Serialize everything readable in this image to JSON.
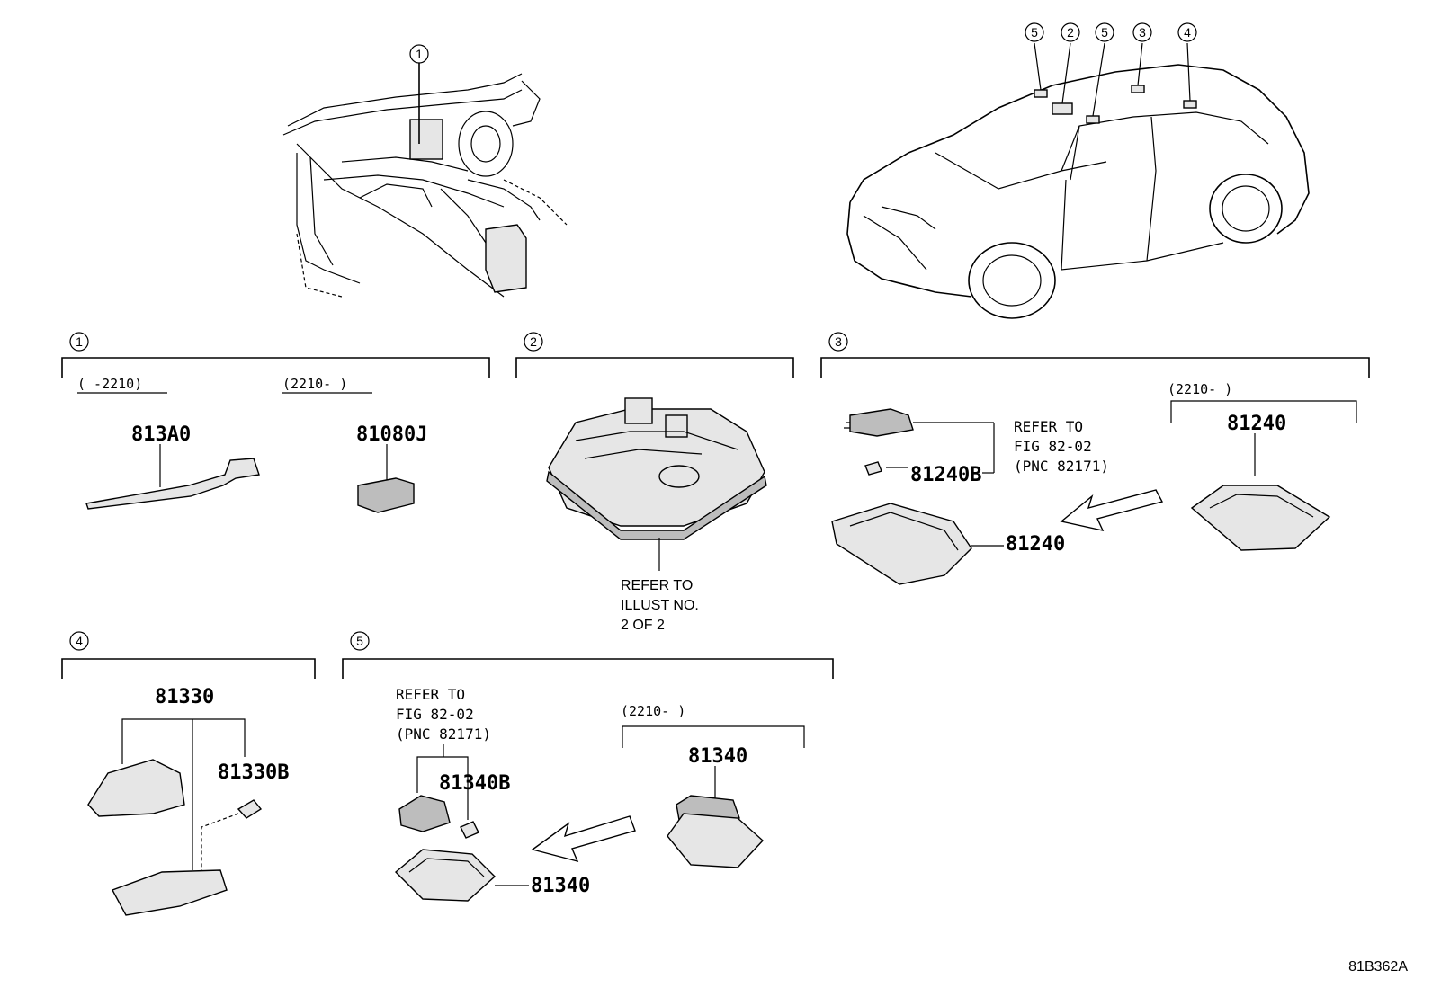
{
  "diagram_code": "81B362A",
  "callouts": {
    "c1": "1",
    "c2": "2",
    "c3": "3",
    "c4": "4",
    "c5": "5"
  },
  "top_views": {
    "dash_callouts": [
      "1"
    ],
    "car_callouts": [
      "5",
      "2",
      "5",
      "3",
      "4"
    ]
  },
  "sections": {
    "s1": {
      "label": "1",
      "date_before": "(      -2210)",
      "date_after": "(2210-      )",
      "part_a": "813A0",
      "part_b": "81080J"
    },
    "s2": {
      "label": "2",
      "note_line1": "REFER TO",
      "note_line2": "ILLUST NO.",
      "note_line3": "2 OF 2"
    },
    "s3": {
      "label": "3",
      "ref_line1": "REFER TO",
      "ref_line2": "FIG 82-02",
      "ref_line3": "(PNC 82171)",
      "part_bulb": "81240B",
      "part_lamp": "81240",
      "date_after": "(2210-      )",
      "part_new": "81240"
    },
    "s4": {
      "label": "4",
      "part_a": "81330",
      "part_b": "81330B"
    },
    "s5": {
      "label": "5",
      "ref_line1": "REFER TO",
      "ref_line2": "FIG 82-02",
      "ref_line3": "(PNC 82171)",
      "part_bulb": "81340B",
      "part_lamp": "81340",
      "date_after": "(2210-      )",
      "part_new": "81340"
    }
  }
}
